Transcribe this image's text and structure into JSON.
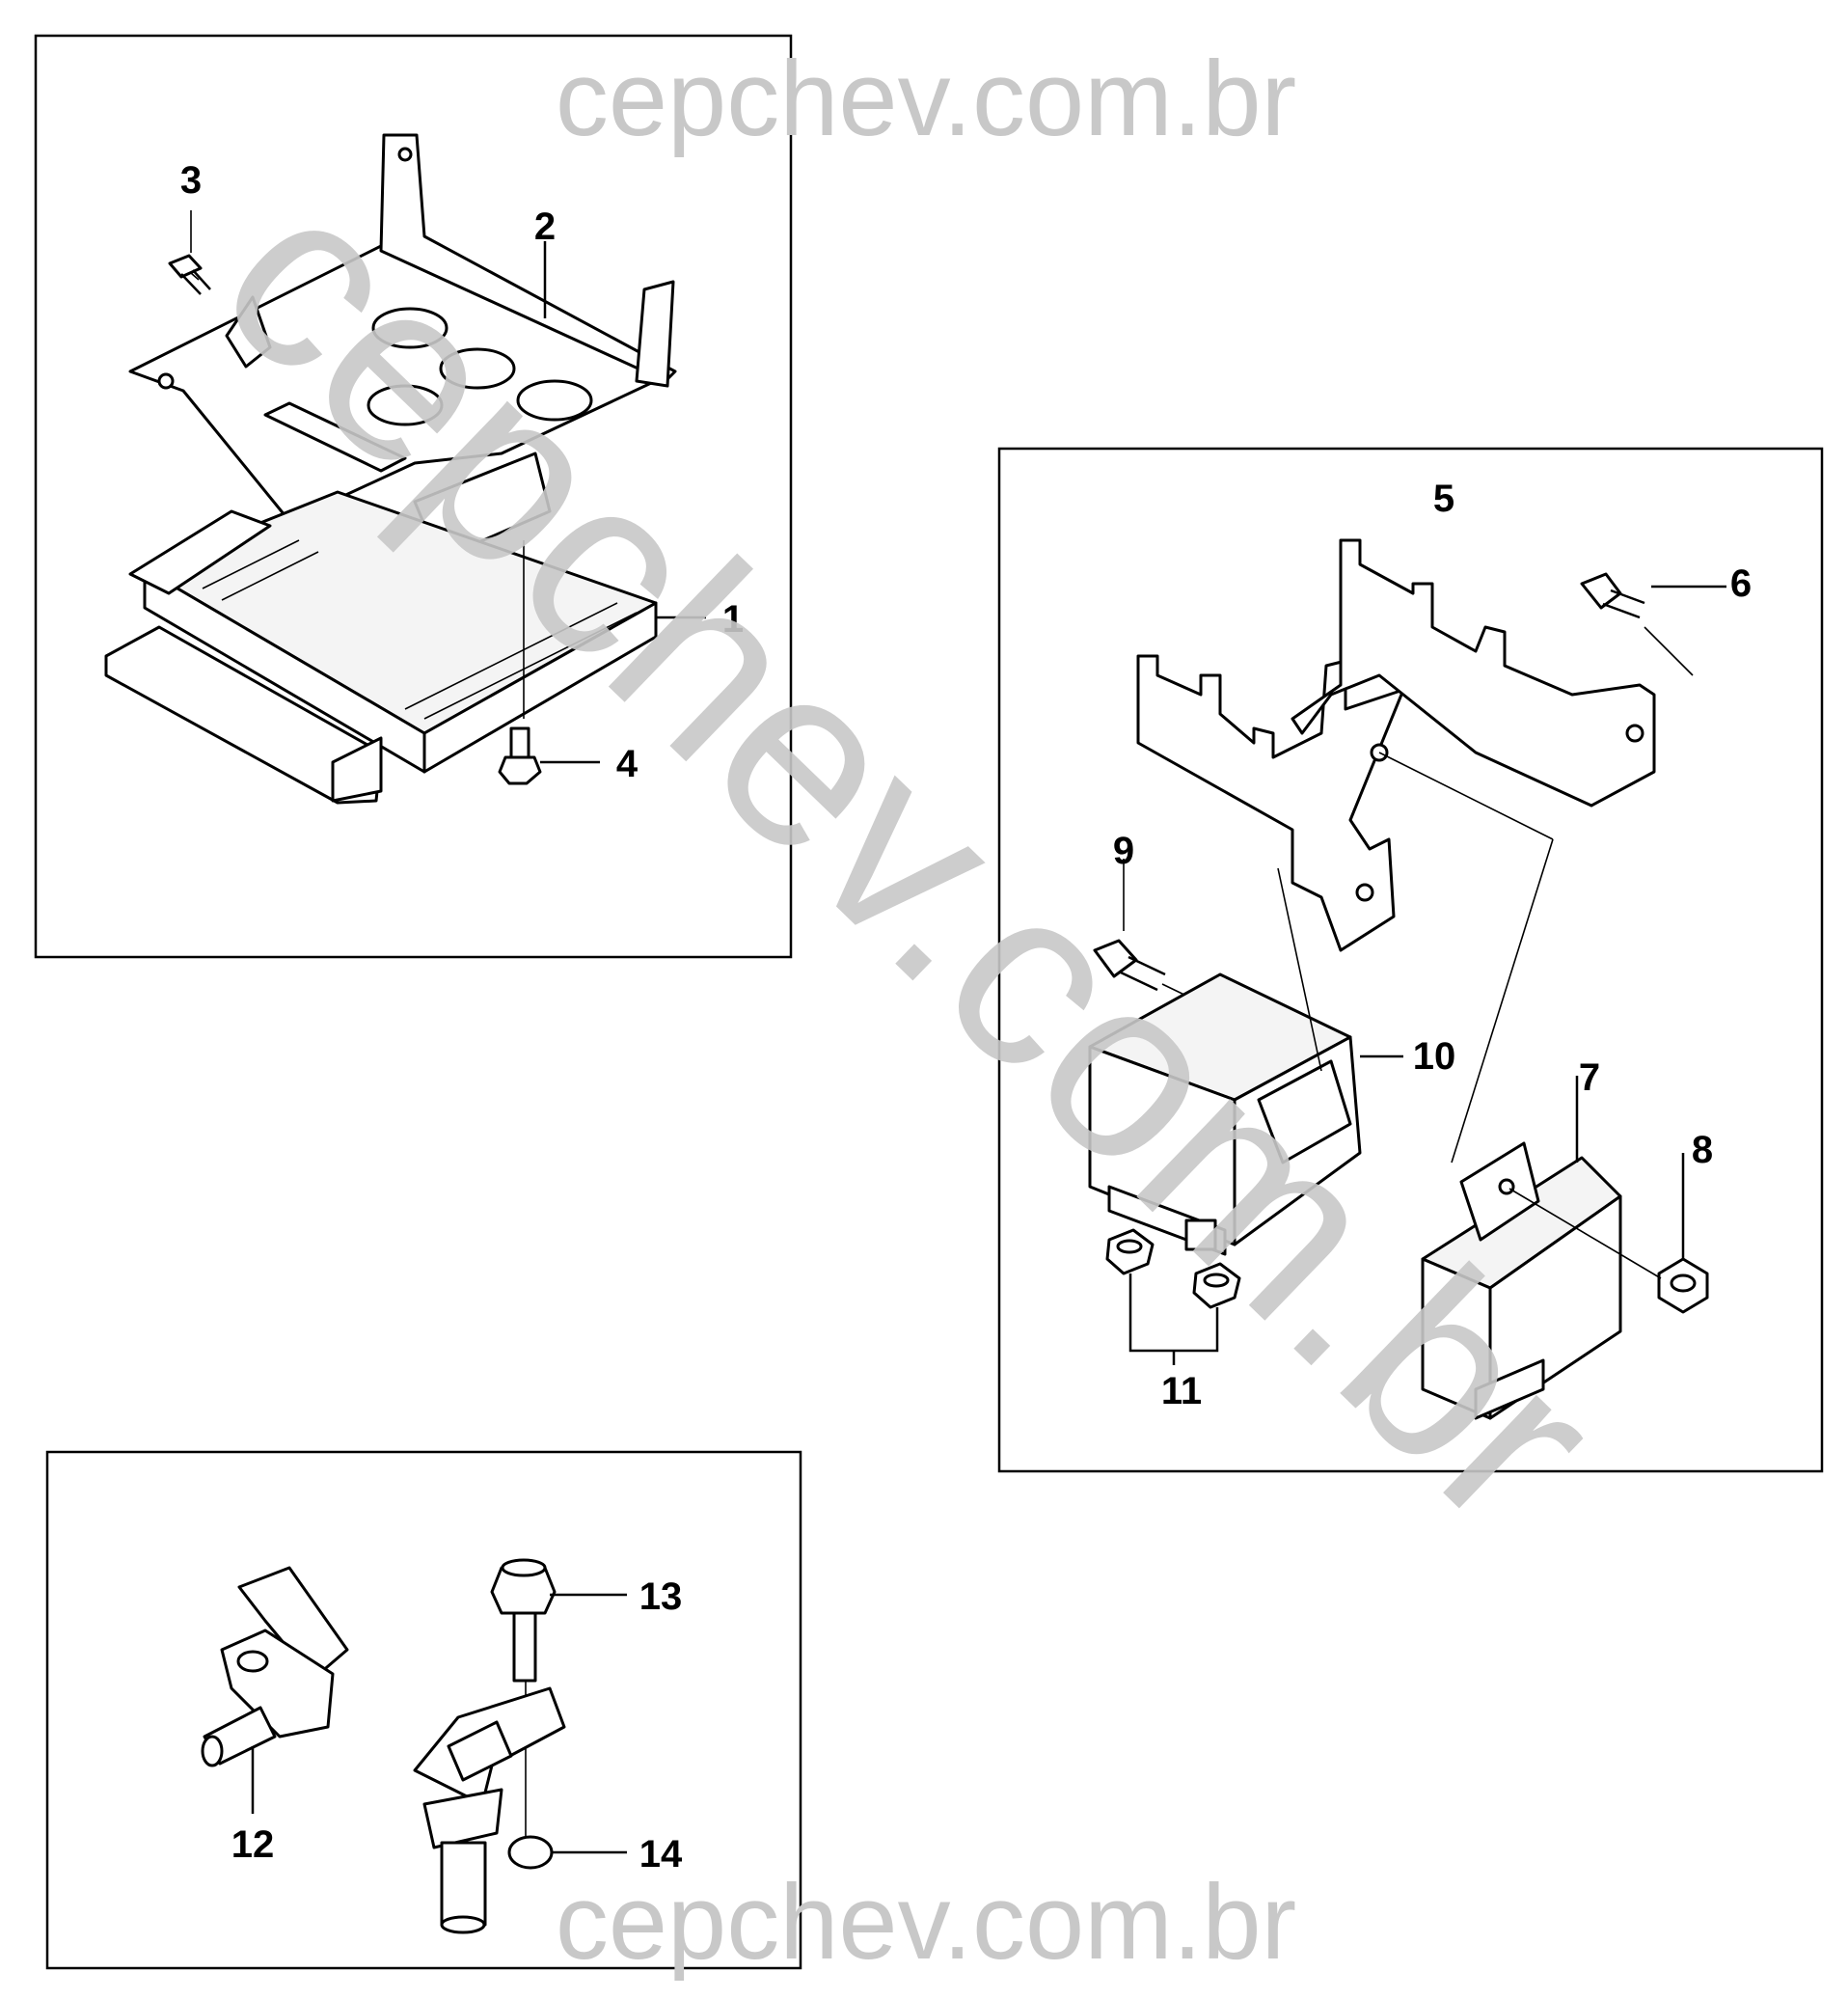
{
  "watermark": {
    "top": "cepchev.com.br",
    "bottom": "cepchev.com.br",
    "diagonal": "cepchev.com.br"
  },
  "callouts": {
    "c1": "1",
    "c2": "2",
    "c3": "3",
    "c4": "4",
    "c5": "5",
    "c6": "6",
    "c7": "7",
    "c8": "8",
    "c9": "9",
    "c10": "10",
    "c11": "11",
    "c12": "12",
    "c13": "13",
    "c14": "14"
  }
}
